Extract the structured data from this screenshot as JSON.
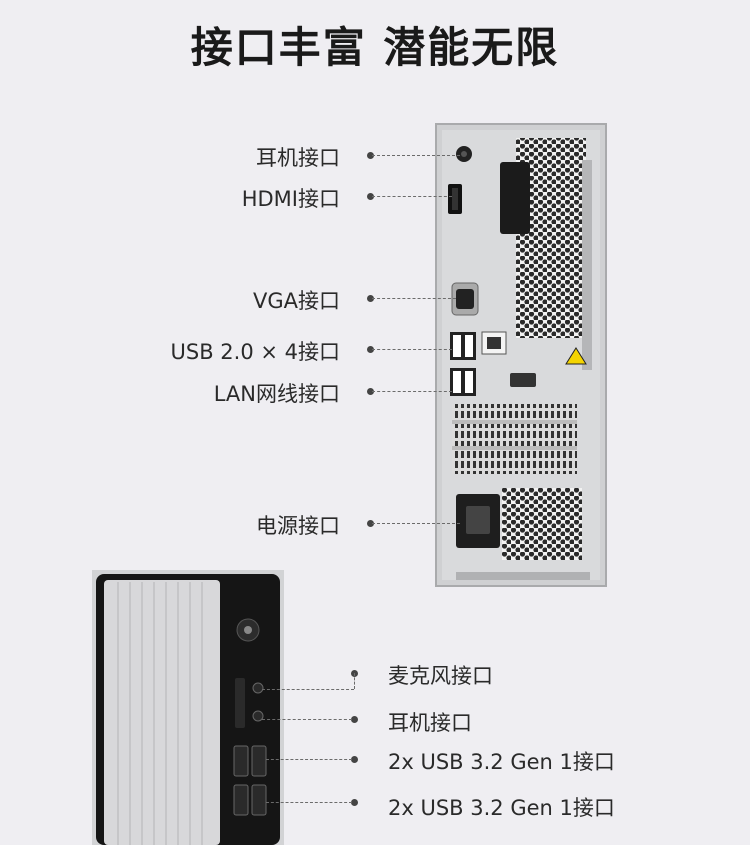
{
  "title": "接口丰富 潜能无限",
  "rear_ports": [
    {
      "label": "耳机接口",
      "icon": "headphone-jack-icon"
    },
    {
      "label": "HDMI接口",
      "icon": "hdmi-port-icon"
    },
    {
      "label": "VGA接口",
      "icon": "vga-port-icon"
    },
    {
      "label": "USB 2.0 × 4接口",
      "icon": "usb-port-icon"
    },
    {
      "label": "LAN网线接口",
      "icon": "lan-port-icon"
    },
    {
      "label": "电源接口",
      "icon": "power-socket-icon"
    }
  ],
  "front_ports": [
    {
      "label": "麦克风接口",
      "icon": "microphone-jack-icon"
    },
    {
      "label": "耳机接口",
      "icon": "headphone-jack-icon"
    },
    {
      "label": "2x USB 3.2 Gen 1接口",
      "icon": "usb-port-icon"
    },
    {
      "label": "2x USB 3.2 Gen 1接口",
      "icon": "usb-port-icon"
    }
  ],
  "colors": {
    "background": "#efeef2",
    "chassis": "#c9cacc",
    "front_panel": "#161616"
  }
}
